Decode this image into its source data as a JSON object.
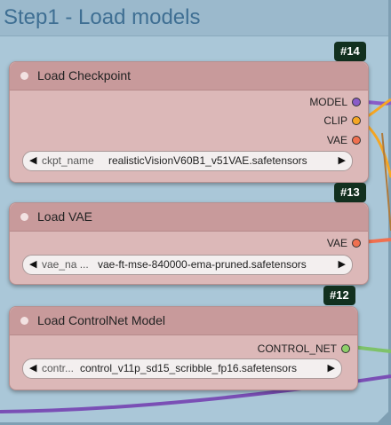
{
  "group": {
    "title": "Step1 - Load models"
  },
  "nodes": [
    {
      "id": "#14",
      "title": "Load Checkpoint",
      "outputs": [
        {
          "label": "MODEL",
          "color": "#8a5cc8"
        },
        {
          "label": "CLIP",
          "color": "#f5a623"
        },
        {
          "label": "VAE",
          "color": "#f07050"
        }
      ],
      "widget": {
        "name": "ckpt_name",
        "value": "realisticVisionV60B1_v51VAE.safetensors"
      }
    },
    {
      "id": "#13",
      "title": "Load VAE",
      "outputs": [
        {
          "label": "VAE",
          "color": "#f07050"
        }
      ],
      "widget": {
        "name": "vae_na ...",
        "value": "vae-ft-mse-840000-ema-pruned.safetensors"
      }
    },
    {
      "id": "#12",
      "title": "Load ControlNet Model",
      "outputs": [
        {
          "label": "CONTROL_NET",
          "color": "#8ecf6a"
        }
      ],
      "widget": {
        "name": "contr...",
        "value": "control_v11p_sd15_scribble_fp16.safetensors"
      }
    }
  ],
  "colors": {
    "model_link": "#8a5cc8",
    "clip_link": "#f5a623",
    "vae_link": "#f07050",
    "controlnet_link": "#7ec26a",
    "node_body": "#dcb8b8",
    "node_title": "#c89a9b",
    "group_bg": "#aac7d8",
    "badge_bg": "#12301f"
  }
}
